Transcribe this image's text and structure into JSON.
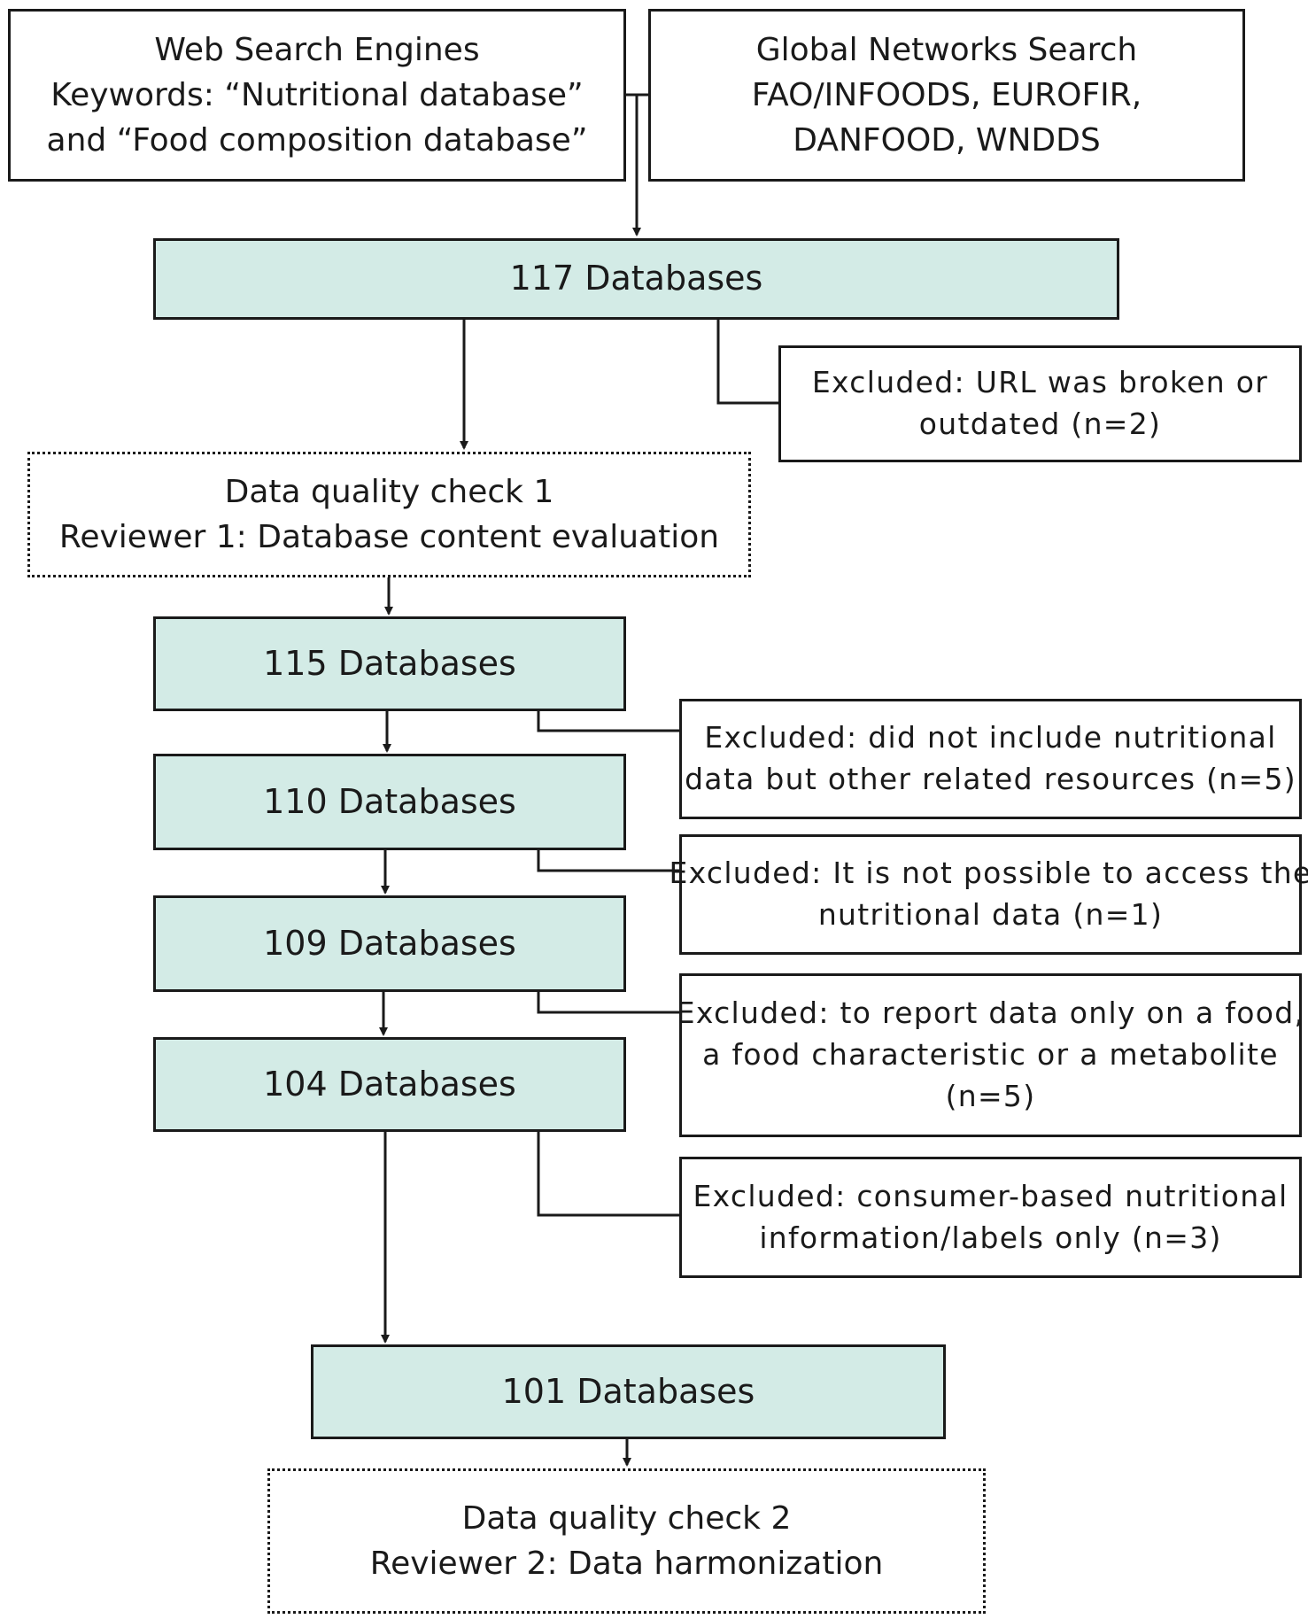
{
  "sources": {
    "web": [
      "Web Search Engines",
      "Keywords: “Nutritional database”",
      "and “Food composition database”"
    ],
    "global": [
      "Global Networks Search",
      "FAO/INFOODS, EUROFIR,",
      "DANFOOD, WNDDS"
    ]
  },
  "stages": {
    "db117": "117 Databases",
    "check1": [
      "Data quality check 1",
      "Reviewer 1: Database content evaluation"
    ],
    "db115": "115 Databases",
    "db110": "110 Databases",
    "db109": "109 Databases",
    "db104": "104 Databases",
    "db101": "101 Databases",
    "check2": [
      "Data quality check 2",
      "Reviewer 2: Data harmonization"
    ]
  },
  "exclusions": {
    "broken_url": [
      "Excluded: URL was broken or",
      "outdated (n=2)"
    ],
    "not_nutritional": [
      "Excluded: did not include nutritional",
      "data but other related resources (n=5)"
    ],
    "no_access": [
      "Excluded: It is not possible to access the",
      "nutritional data  (n=1)"
    ],
    "single_food": [
      "Excluded: to report data only on a food,",
      "a food characteristic or a metabolite",
      "(n=5)"
    ],
    "consumer": [
      "Excluded: consumer-based nutritional",
      "information/labels only (n=3)"
    ]
  },
  "colors": {
    "stage_fill": "#d3ebe6",
    "stroke": "#1a1a1a"
  }
}
